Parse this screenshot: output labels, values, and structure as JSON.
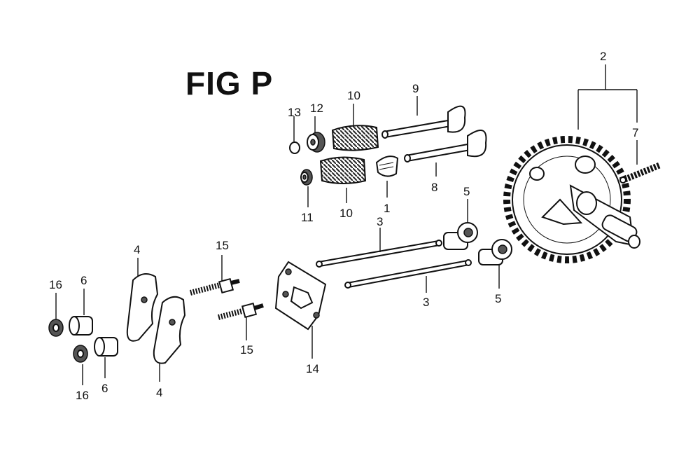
{
  "figure": {
    "title": "FIG P",
    "callouts": {
      "c1": "1",
      "c2": "2",
      "c3a": "3",
      "c3b": "3",
      "c4a": "4",
      "c4b": "4",
      "c5a": "5",
      "c5b": "5",
      "c6a": "6",
      "c6b": "6",
      "c7": "7",
      "c8": "8",
      "c9": "9",
      "c10a": "10",
      "c10b": "10",
      "c11": "11",
      "c12": "12",
      "c13": "13",
      "c14": "14",
      "c15a": "15",
      "c15b": "15",
      "c16a": "16",
      "c16b": "16"
    }
  }
}
